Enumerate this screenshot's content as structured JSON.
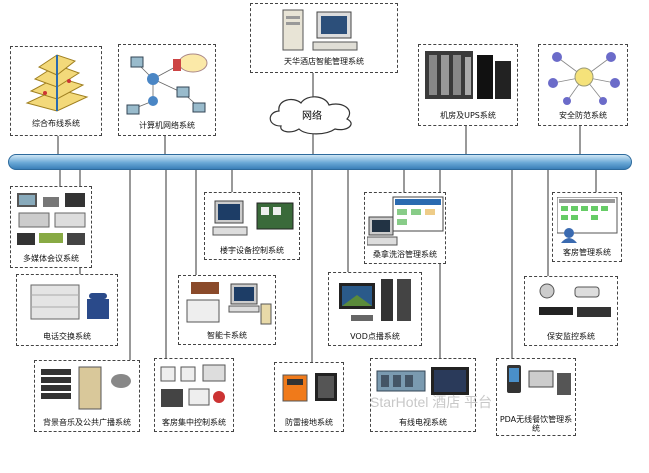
{
  "top": {
    "hotel_system": "天华酒店智能管理系统",
    "cabling": "综合布线系统",
    "network_sys": "计算机网络系统",
    "machine_room": "机房及UPS系统",
    "security": "安全防范系统",
    "network_cloud": "网络"
  },
  "upper_row": {
    "multimedia": "多媒体会议系统",
    "building_control": "楼宇设备控制系统",
    "sauna": "桑拿洗浴管理系统",
    "guest_room_mgmt": "客房管理系统"
  },
  "middle_row": {
    "telephone": "电话交换系统",
    "smart_card": "智能卡系统",
    "vod": "VOD点播系统",
    "cctv": "保安监控系统"
  },
  "bottom_row": {
    "background_music": "背景音乐及公共广播系统",
    "room_control": "客房集中控制系统",
    "lightning": "防雷接地系统",
    "cable_tv": "有线电视系统",
    "pda": "PDA无线餐饮管理系统"
  },
  "watermark": "StarHotel 酒店 平台",
  "colors": {
    "bus": "#4a8fc8",
    "line": "#333333"
  }
}
